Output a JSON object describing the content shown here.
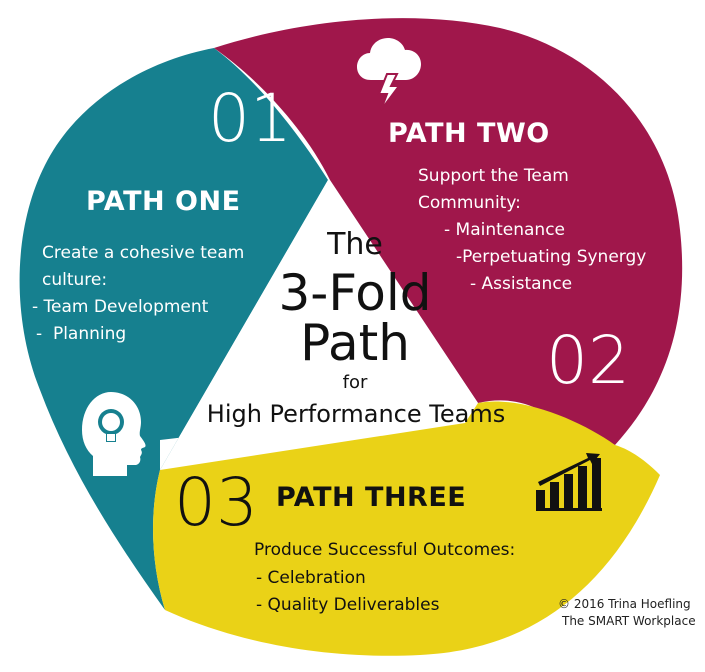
{
  "colors": {
    "path_one": "#16808f",
    "path_two": "#a0174b",
    "path_three": "#ead217",
    "center": "#ffffff"
  },
  "center": {
    "line1": "The",
    "line2": "3-Fold",
    "line3": "Path",
    "line4": "for",
    "line5": "High Performance Teams"
  },
  "path_one": {
    "number": "01",
    "title": "PATH ONE",
    "icon": "lightbulb-head-icon",
    "lines": [
      "Create a cohesive team",
      "culture:",
      "- Team Development",
      "-  Planning"
    ]
  },
  "path_two": {
    "number": "02",
    "title": "PATH TWO",
    "icon": "storm-cloud-icon",
    "lines": [
      "Support the Team",
      "Community:",
      "- Maintenance",
      "-Perpetuating Synergy",
      "- Assistance"
    ]
  },
  "path_three": {
    "number": "03",
    "title": "PATH THREE",
    "icon": "bar-chart-icon",
    "lines": [
      "Produce Successful Outcomes:",
      "- Celebration",
      "- Quality Deliverables"
    ]
  },
  "credit": {
    "line1": "© 2016 Trina Hoefling",
    "line2": "The SMART Workplace"
  }
}
